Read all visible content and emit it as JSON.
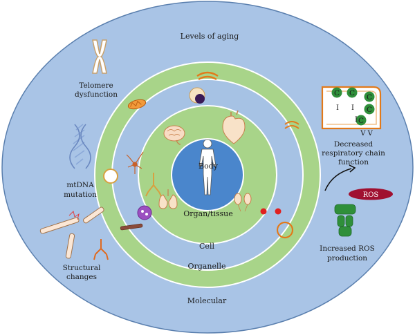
{
  "title": "Levels of aging",
  "rings": {
    "body": "Body",
    "organ_tissue": "Organ/tissue",
    "cell": "Cell",
    "organelle": "Organelle",
    "molecular": "Molecular"
  },
  "features": {
    "telomere": [
      "Telomere",
      "dysfunction"
    ],
    "mtdna": [
      "mtDNA",
      "mutation"
    ],
    "structural": [
      "Structural",
      "changes"
    ],
    "respiratory": [
      "Decreased",
      "respiratory chain",
      "function"
    ],
    "ros_production": [
      "Increased ROS",
      "production"
    ],
    "ros_badge": "ROS"
  },
  "respiratory_glyphs": {
    "complex": "C",
    "membrane": "I",
    "bottom": "V V"
  },
  "colors": {
    "outer_blue": "#a9c4e6",
    "green_ring": "#a8d489",
    "inner_blue": "#a6c2e4",
    "body_core": "#4a86cc",
    "protein_green": "#2f8f3a",
    "ros_red": "#a01030",
    "organ_orange": "#e8893a"
  }
}
